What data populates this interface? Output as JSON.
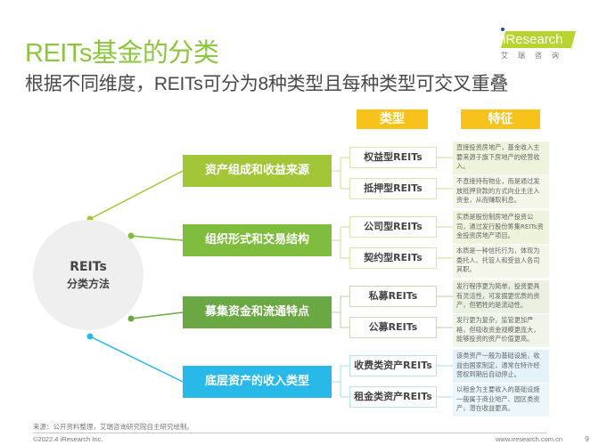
{
  "header": {
    "title": "REITs基金的分类",
    "subtitle": "根据不同维度，REITs可分为8种类型且每种类型可交叉重叠"
  },
  "logo": {
    "brand": "iResearch",
    "cn": "艾瑞咨询",
    "color": "#b8d432"
  },
  "columns": {
    "type_label": "类型",
    "feature_label": "特征",
    "color": "#f7c31a"
  },
  "center": {
    "line1": "REITs",
    "line2": "分类方法"
  },
  "categories": [
    {
      "label": "资产组成和收益来源",
      "color": "#a3c639",
      "types": [
        {
          "label": "权益型REITs",
          "feature": "直接投资房地产，基金收入主要来源于旗下房地产的经营收入。"
        },
        {
          "label": "抵押型REITs",
          "feature": "不直接持有物业，而是通过发放抵押贷款的方式向业主注入资金，从而赚取利息。"
        }
      ]
    },
    {
      "label": "组织形式和交易结构",
      "color": "#80bd3f",
      "types": [
        {
          "label": "公司型REITs",
          "feature": "实质是股份制房地产投资公司，通过发行股份筹集REITs资金投资房地产项目。"
        },
        {
          "label": "契约型REITs",
          "feature": "本质是一种信托行为，体现为委托人、托管人和受益人各司其职。"
        }
      ]
    },
    {
      "label": "募集资金和流通特点",
      "color": "#6aa843",
      "types": [
        {
          "label": "私募REITs",
          "feature": "发行程序更为简单，投资更具有灵活性，可发掘更优质的资产，但牺牲的是流动性。"
        },
        {
          "label": "公募REITs",
          "feature": "发行更为复杂，监管更加严格，但吸收资金规模更庞大，能够投资的资产价值更高。"
        }
      ]
    },
    {
      "label": "底层资产的收入类型",
      "color": "#29b9e8",
      "types": [
        {
          "label": "收费类资产REITs",
          "feature": "该类资产一般为基础设施，收益由国家制定，通常在特许经营权到期后自动停止。"
        },
        {
          "label": "租金类资产REITs",
          "feature": "以租金为主要收入的基础设施一般属于商业地产、园区类资产，潜在收益更高。"
        }
      ]
    }
  ],
  "footer": {
    "source": "来源：公开资料整理，艾瑞咨询研究院自主研究绘制。",
    "copyright": "©2022.4 iResearch Inc.",
    "website": "www.iresearch.com.cn",
    "page": "9"
  }
}
